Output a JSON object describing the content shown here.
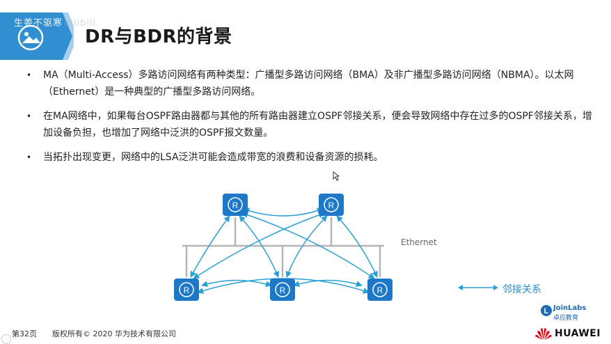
{
  "header": {
    "watermark": "生姜不驱寒",
    "watermark_tail": "bilibili",
    "title": "DR与BDR的背景",
    "badge_icon": "image-icon",
    "accent_color": "#2f8fd1"
  },
  "bullets": [
    "MA（Multi-Access）多路访问网络有两种类型：广播型多路访问网络（BMA）及非广播型多路访问网络（NBMA）。以太网（Ethernet）是一种典型的广播型多路访问网络。",
    "在MA网络中，如果每台OSPF路由器都与其他的所有路由器建立OSPF邻接关系，便会导致网络中存在过多的OSPF邻接关系，增加设备负担，也增加了网络中泛洪的OSPF报文数量。",
    "当拓扑出现变更，网络中的LSA泛洪可能会造成带宽的浪费和设备资源的损耗。"
  ],
  "diagram": {
    "bus_label": "Ethernet",
    "router_icon_label": "R",
    "legend_label": "邻接关系",
    "router_color": "#1e78c8",
    "link_color": "#2a9fd6",
    "bus_color": "#b5b5b5"
  },
  "footer": {
    "page": "第32页",
    "copyright": "版权所有© 2020 华为技术有限公司",
    "joinlabs_name": "JoinLabs",
    "joinlabs_sub": "卓应教育",
    "brand": "HUAWEI"
  }
}
